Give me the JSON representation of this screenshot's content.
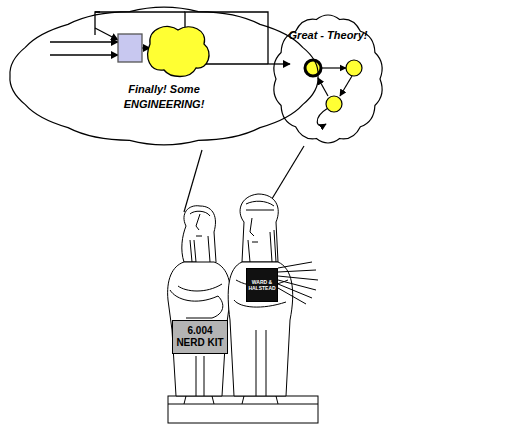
{
  "diagram": {
    "nodes": [
      {
        "text": [
          "Finally! Some ENGINEERING!"
        ]
      },
      {
        "text": [
          "Great - Theory!"
        ]
      },
      {
        "text": [
          "6.004 NERD KIT"
        ]
      },
      {
        "text": [
          "WARD & HALSTEAD"
        ]
      }
    ]
  }
}
